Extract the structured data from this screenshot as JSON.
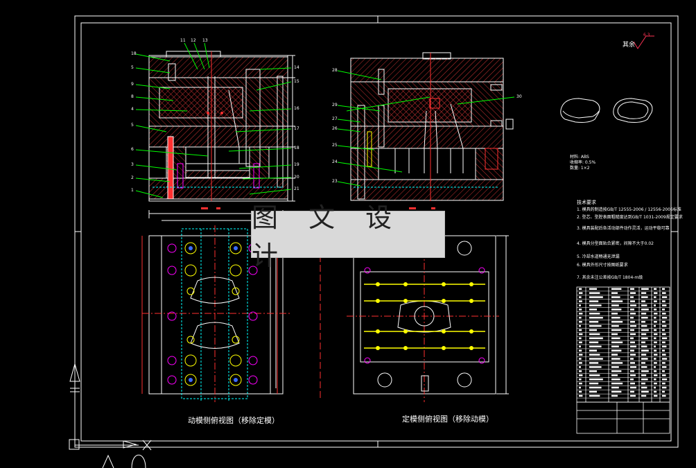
{
  "watermark": {
    "text": "图 文 设 计"
  },
  "captions": {
    "left_plan": "动模侧俯视图（移除定模）",
    "right_plan": "定模侧俯视图（移除动模）"
  },
  "roughness": {
    "label": "其余",
    "value": "6.3"
  },
  "part_notes": [
    "材料: ABS",
    "收缩率: 0.5%",
    "数量: 1×2"
  ],
  "tech_requirements": {
    "title": "技术要求",
    "lines": [
      "1. 模具的制造按GB/T 12555-2006 / 12556-2006标准",
      "2. 型芯、型腔表面粗糙度达到GB/T 1031-2009规定要求",
      "3. 模具装配后各活动部件动作灵活，运动平稳可靠",
      "4. 模具分型面贴合紧密，间隙不大于0.02",
      "5. 冷却水道畅通无泄漏",
      "6. 模具外形尺寸按图纸要求",
      "7. 其余未注公差按GB/T 1804-m级"
    ]
  },
  "callouts_left": [
    "18",
    "5",
    "9",
    "8",
    "4",
    "5",
    "6",
    "3",
    "2",
    "1"
  ],
  "callouts_top": [
    "11",
    "12",
    "13"
  ],
  "callouts_right_a": [
    "14",
    "15",
    "16",
    "17",
    "18",
    "19",
    "20",
    "21"
  ],
  "callouts_mid": [
    "28",
    "29",
    "27",
    "26",
    "25",
    "24",
    "23"
  ],
  "callouts_right_b": [
    "30"
  ],
  "colors": {
    "frame": "#ffffff",
    "outline": "#ffffff",
    "leader": "#00ff00",
    "dimension": "#ff3030",
    "hatch": "#cc3333",
    "bolt": "#ffff00",
    "hole": "#ff00ff",
    "cooling": "#00ffff",
    "accent_blue": "#3b6cff"
  }
}
